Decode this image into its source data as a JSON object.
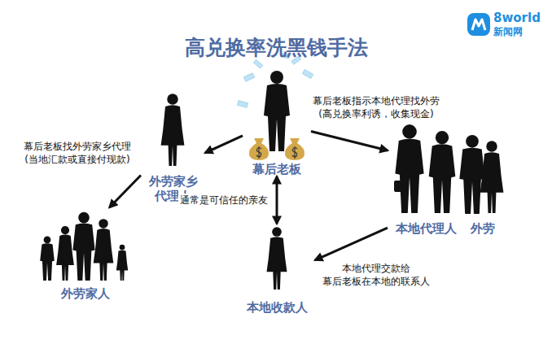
{
  "diagram": {
    "title": "高兑换率洗黑钱手法",
    "nodes": [
      {
        "text": [
          "幕后老板"
        ]
      },
      {
        "text": [
          "外劳家乡 代理人"
        ]
      },
      {
        "text": [
          "本地代理人"
        ]
      },
      {
        "text": [
          "外劳"
        ]
      },
      {
        "text": [
          "外劳家人"
        ]
      },
      {
        "text": [
          "本地收款人"
        ]
      }
    ],
    "edges": [
      {
        "from": 0,
        "to": 1,
        "arrow": "to",
        "label": "幕后老板找外劳家乡代理 (当地汇款或直接付现款)"
      },
      {
        "from": 1,
        "to": 4,
        "arrow": "to"
      },
      {
        "from": 0,
        "to": 2,
        "arrow": "to",
        "label": "幕后老板指示本地代理找外劳 (高兑换率利诱，收集现金)"
      },
      {
        "from": 2,
        "to": 5,
        "arrow": "to",
        "label": "本地代理交款给 幕后老板在本地的联系人"
      },
      {
        "from": 0,
        "to": 5,
        "arrow": "both",
        "label": "通常是可信任的亲友"
      }
    ],
    "labels": [
      "8world",
      "新闻网"
    ]
  }
}
